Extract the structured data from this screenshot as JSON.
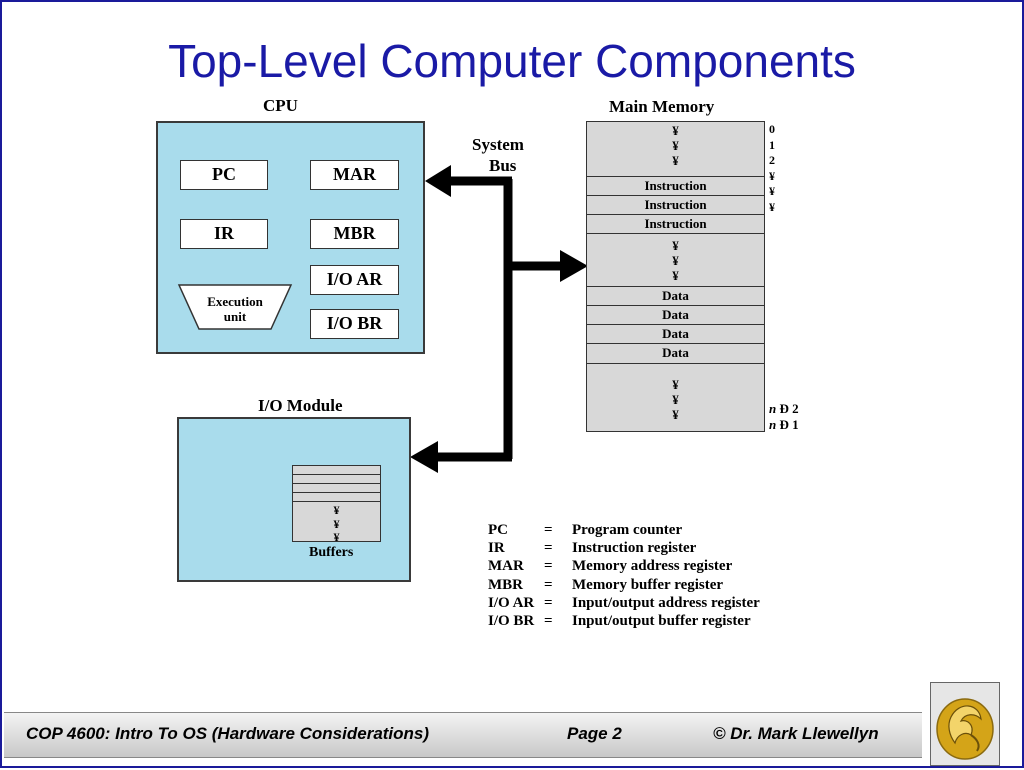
{
  "slide": {
    "title": "Top-Level Computer Components"
  },
  "cpu": {
    "label": "CPU",
    "registers": {
      "pc": "PC",
      "mar": "MAR",
      "ir": "IR",
      "mbr": "MBR",
      "ioar": "I/O AR",
      "iobr": "I/O BR"
    },
    "exec_unit": [
      "Execution",
      "unit"
    ]
  },
  "bus": {
    "label_line1": "System",
    "label_line2": "Bus"
  },
  "memory": {
    "label": "Main Memory",
    "top_dots": [
      "¥",
      "¥",
      "¥"
    ],
    "instructions": [
      "Instruction",
      "Instruction",
      "Instruction"
    ],
    "mid_dots": [
      "¥",
      "¥",
      "¥"
    ],
    "data": [
      "Data",
      "Data",
      "Data",
      "Data"
    ],
    "bottom_dots": [
      "¥",
      "¥",
      "¥"
    ],
    "addresses_top": [
      "0",
      "1",
      "2",
      "¥",
      "¥",
      "¥"
    ],
    "addresses_bottom": [
      {
        "n": "n",
        "rest": " Ð 2"
      },
      {
        "n": "n",
        "rest": " Ð 1"
      }
    ]
  },
  "io_module": {
    "label": "I/O Module",
    "buffer_dots": [
      "¥",
      "¥",
      "¥"
    ],
    "buffers_label": "Buffers"
  },
  "legend": [
    {
      "abbr": "PC",
      "eq": "=",
      "desc": "Program counter"
    },
    {
      "abbr": "IR",
      "eq": "=",
      "desc": "Instruction register"
    },
    {
      "abbr": "MAR",
      "eq": "=",
      "desc": "Memory address register"
    },
    {
      "abbr": "MBR",
      "eq": "=",
      "desc": "Memory buffer register"
    },
    {
      "abbr": "I/O AR",
      "eq": "=",
      "desc": "Input/output address register"
    },
    {
      "abbr": "I/O BR",
      "eq": "=",
      "desc": "Input/output buffer register"
    }
  ],
  "footer": {
    "course": "COP 4600: Intro To OS  (Hardware Considerations)",
    "page": "Page 2",
    "author": "© Dr. Mark Llewellyn"
  },
  "colors": {
    "title": "#1a1aa6",
    "panel": "#a9dcec",
    "memory": "#d8d8d8",
    "logo_gold": "#d4a418"
  }
}
